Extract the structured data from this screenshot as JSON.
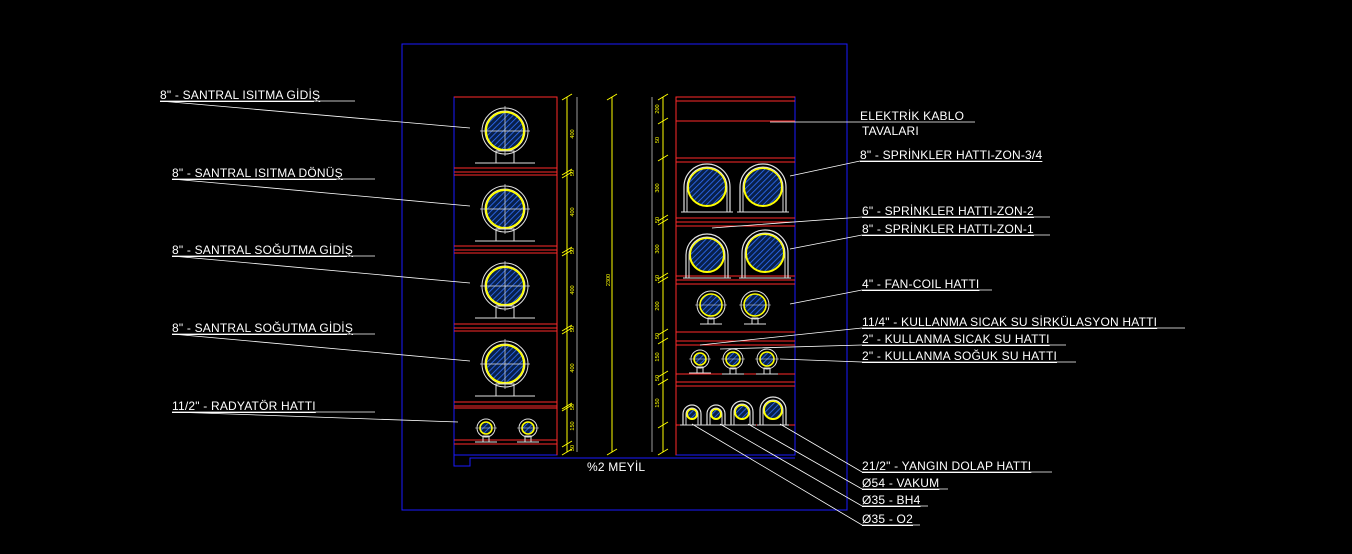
{
  "colors": {
    "background": "#000000",
    "outline": "#1a1aff",
    "shelf": "#ff2a2a",
    "pipe": "#e0e0e0",
    "hatch": "#2f6fff",
    "insulation": "#ffff00",
    "dimension": "#ffff00",
    "leader": "#ffffff",
    "text": "#ffffff"
  },
  "left_labels": [
    "8\" - SANTRAL ISITMA GİDİŞ",
    "8\" - SANTRAL ISITMA DÖNÜŞ",
    "8\" - SANTRAL SOĞUTMA GİDİŞ",
    "8\" - SANTRAL SOĞUTMA GİDİŞ",
    "11/2\" - RADYATÖR HATTI"
  ],
  "right_labels": {
    "cable_tray_1": "ELEKTRİK KABLO",
    "cable_tray_2": "TAVALARI",
    "sprinkler_3_4": "8\" - SPRİNKLER HATTI-ZON-3/4",
    "sprinkler_2": "6\" - SPRİNKLER HATTI-ZON-2",
    "sprinkler_1": "8\" - SPRİNKLER HATTI-ZON-1",
    "fan_coil": "4\" - FAN-COIL HATTI",
    "recirc": "11/4\" - KULLANMA SICAK SU SİRKÜLASYON HATTI",
    "hot_water": "2\" - KULLANMA SICAK SU HATTI",
    "cold_water": "2\" - KULLANMA SOĞUK SU HATTI"
  },
  "bottom_labels": [
    "21/2\" - YANGIN DOLAP HATTI",
    "Ø54 - VAKUM",
    "Ø35 - BH4",
    "Ø35 - O2"
  ],
  "slope_label": "%2 MEYİL",
  "dimensions": {
    "left": [
      "400",
      "50",
      "400",
      "50",
      "400",
      "50",
      "400",
      "50",
      "150",
      "50"
    ],
    "right": [
      "200",
      "50",
      "300",
      "50",
      "300",
      "50",
      "200",
      "50",
      "150",
      "50",
      "150"
    ],
    "total": "2300"
  }
}
